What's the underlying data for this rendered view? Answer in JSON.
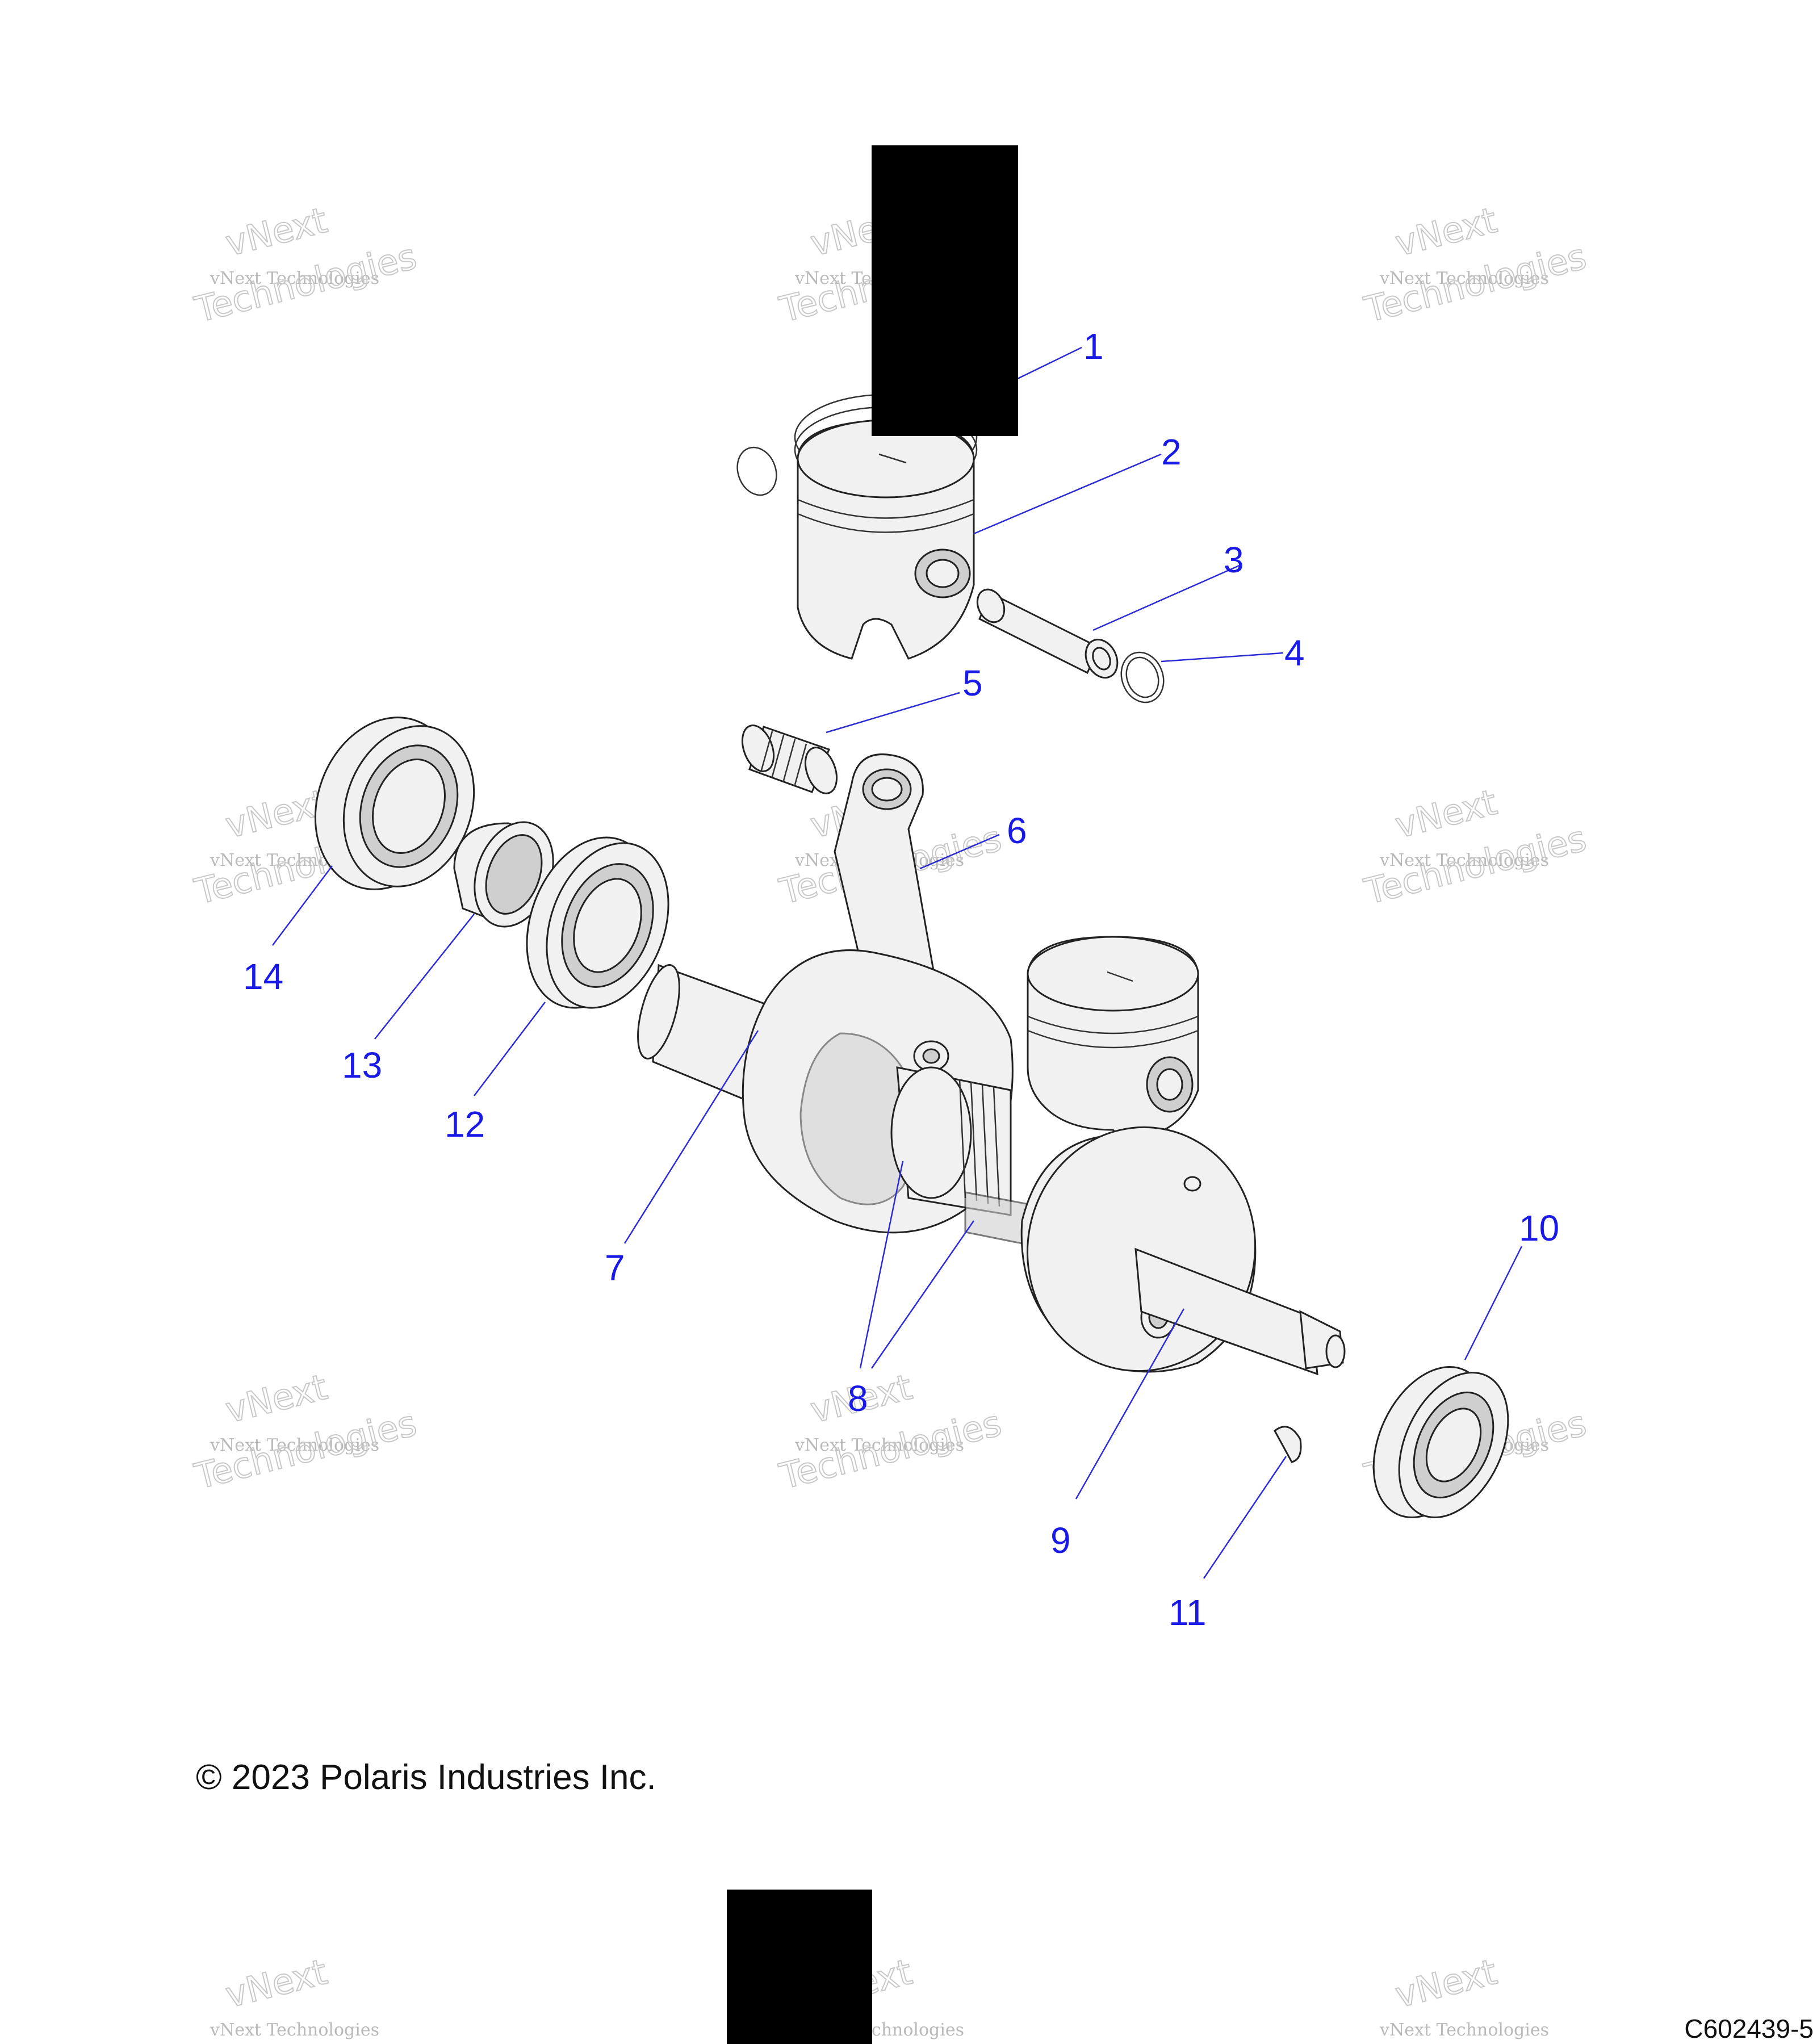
{
  "watermark": {
    "brand": "vNext",
    "company": "vNext Technologies",
    "tag": "Technologies"
  },
  "callouts": [
    "1",
    "2",
    "3",
    "4",
    "5",
    "6",
    "7",
    "8",
    "9",
    "10",
    "11",
    "12",
    "13",
    "14"
  ],
  "footer": {
    "copyright": "© 2023 Polaris Industries Inc.",
    "figure_code": "C602439-5"
  },
  "colors": {
    "callout": "#1a1ae6",
    "line": "#222222",
    "redaction": "#000000"
  }
}
